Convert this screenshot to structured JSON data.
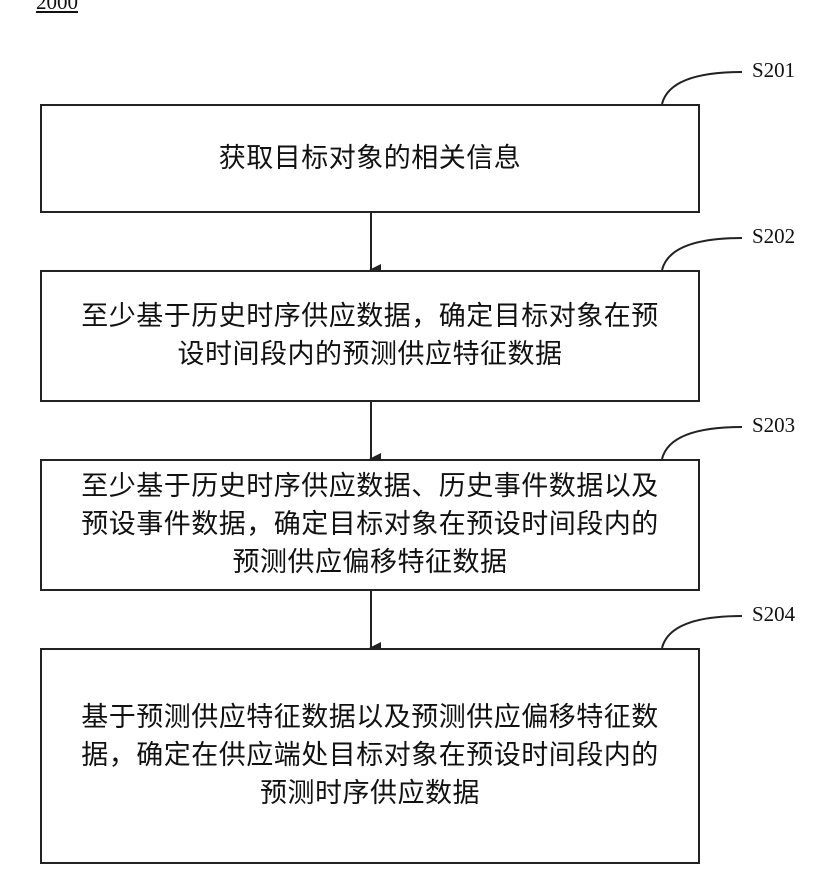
{
  "figure": {
    "number": "2000"
  },
  "steps": [
    {
      "label": "S201",
      "text": "获取目标对象的相关信息"
    },
    {
      "label": "S202",
      "text": "至少基于历史时序供应数据，确定目标对象在预\n设时间段内的预测供应特征数据"
    },
    {
      "label": "S203",
      "text": "至少基于历史时序供应数据、历史事件数据以及\n预设事件数据，确定目标对象在预设时间段内的\n预测供应偏移特征数据"
    },
    {
      "label": "S204",
      "text": "基于预测供应特征数据以及预测供应偏移特征数\n据，确定在供应端处目标对象在预设时间段内的\n预测时序供应数据"
    }
  ]
}
